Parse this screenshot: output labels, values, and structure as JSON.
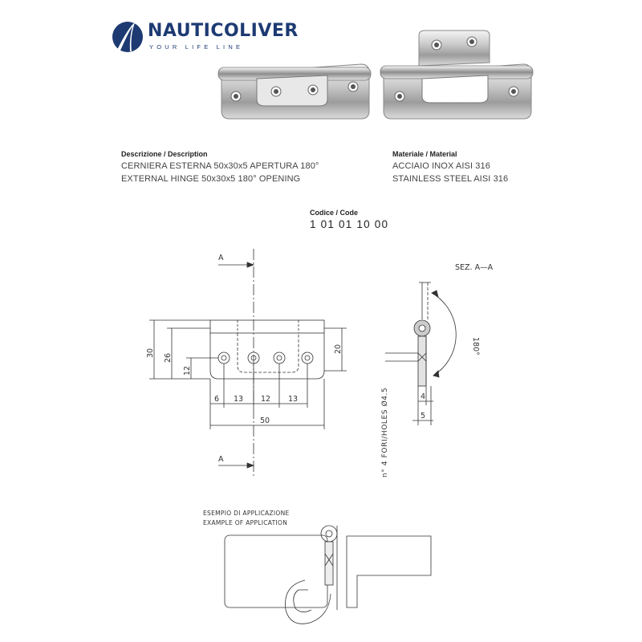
{
  "brand": {
    "name": "NAUTICOLIVER",
    "tagline": "YOUR LIFE LINE",
    "color": "#1d3a72"
  },
  "description": {
    "heading": "Descrizione / Description",
    "line_it": "CERNIERA ESTERNA 50x30x5 APERTURA 180°",
    "line_en": "EXTERNAL HINGE 50x30x5  180° OPENING"
  },
  "material": {
    "heading": "Materiale / Material",
    "line_it": "ACCIAIO INOX AISI 316",
    "line_en": "STAINLESS STEEL AISI 316"
  },
  "code": {
    "heading": "Codice / Code",
    "value": "1  01  01  10  00"
  },
  "drawing": {
    "section_mark": "A",
    "section_title": "SEZ.  A—A",
    "angle_label": "180°",
    "holes_label": "n° 4 FORI/HOLES Ø4.5",
    "dims": {
      "height_total": "30",
      "height_inner": "26",
      "hole_height": "12",
      "leaf_height": "20",
      "width_total": "50",
      "seg_1": "6",
      "seg_2": "13",
      "seg_3": "12",
      "seg_4": "13",
      "thickness_4": "4",
      "thickness_5": "5"
    },
    "application_title_it": "ESEMPIO DI APPLICAZIONE",
    "application_title_en": "EXAMPLE OF APPLICATION"
  }
}
